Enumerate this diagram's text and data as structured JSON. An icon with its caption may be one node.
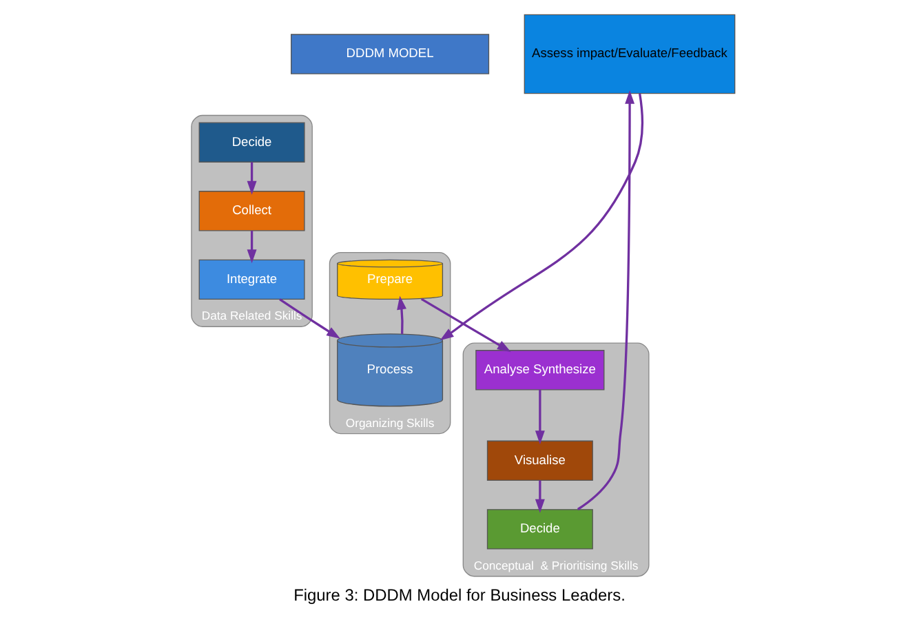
{
  "diagram": {
    "caption": "Figure 3: DDDM Model for Business Leaders.",
    "nodes": [
      {
        "text": [
          "DDDM MODEL"
        ]
      },
      {
        "text": [
          "Data Related Skills"
        ]
      },
      {
        "text": [
          "Decide"
        ],
        "in": 1
      },
      {
        "text": [
          "Collect"
        ],
        "in": 1
      },
      {
        "text": [
          "Integrate"
        ],
        "in": 1
      },
      {
        "text": [
          "Organizing Skills"
        ]
      },
      {
        "text": [
          "Prepare"
        ],
        "in": 5
      },
      {
        "text": [
          "Process"
        ],
        "in": 5
      },
      {
        "text": [
          "Conceptual  & Prioritising Skills"
        ]
      },
      {
        "text": [
          "Analyse Synthesize"
        ],
        "in": 8
      },
      {
        "text": [
          "Visualise"
        ],
        "in": 8
      },
      {
        "text": [
          "Decide"
        ],
        "in": 8
      },
      {
        "text": [
          "Assess impact/Evaluate/Feedback"
        ]
      }
    ],
    "edges": [
      {
        "from": 2,
        "to": 3,
        "arrow": "to"
      },
      {
        "from": 3,
        "to": 4,
        "arrow": "to"
      },
      {
        "from": 4,
        "to": 7,
        "arrow": "to"
      },
      {
        "from": 7,
        "to": 6,
        "arrow": "to"
      },
      {
        "from": 6,
        "to": 9,
        "arrow": "to"
      },
      {
        "from": 9,
        "to": 10,
        "arrow": "to"
      },
      {
        "from": 10,
        "to": 11,
        "arrow": "to"
      },
      {
        "from": 11,
        "to": 12,
        "arrow": "to"
      },
      {
        "from": 12,
        "to": 7,
        "arrow": "to"
      }
    ]
  }
}
